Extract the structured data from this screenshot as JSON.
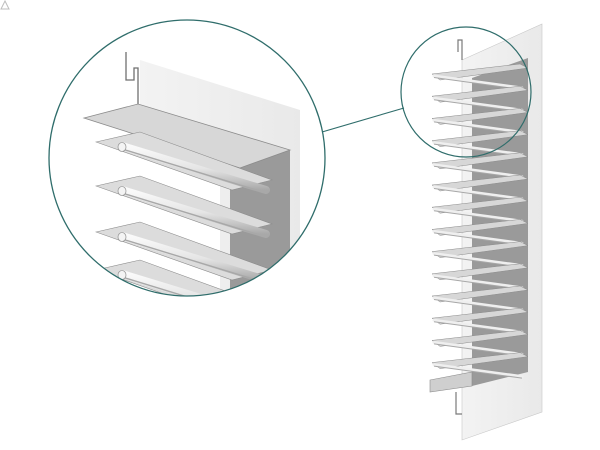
{
  "figure": {
    "colors": {
      "background": "#ffffff",
      "frame_light": "#e9e9e9",
      "frame_shadow": "#9a9a9a",
      "blade_top": "#d7d7d7",
      "blade_edge": "#8c8c8c",
      "rod": "#e6e6e6",
      "rod_shade": "#a8a8a8",
      "circle_outline": "#2f6d6b",
      "leader_line": "#2f6d6b"
    },
    "assembly": {
      "name": "louvre-grille",
      "blade_count": 14
    },
    "zoom_detail": {
      "name": "magnified-top-section",
      "rod_count": 4
    },
    "watermark_icon": "triangle-icon"
  }
}
